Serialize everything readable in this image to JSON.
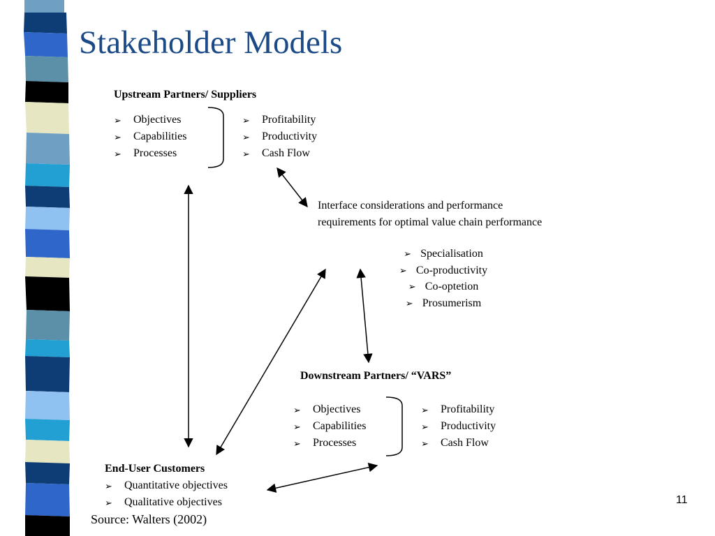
{
  "colors": {
    "title": "#1b4a86",
    "strip": [
      "#6fa0c4",
      "#0e3c74",
      "#2f66c9",
      "#000000",
      "#e6e6c2",
      "#5b90a8",
      "#22a0d4",
      "#8fc2f0"
    ]
  },
  "icons": {
    "bullet": "arrowhead-bullet-icon",
    "connector": "double-headed-arrow-icon",
    "brace": "right-brace-icon"
  },
  "title": "Stakeholder Models",
  "upstream": {
    "heading": "Upstream Partners/ Suppliers",
    "left_items": [
      "Objectives",
      "Capabilities",
      "Processes"
    ],
    "right_items": [
      "Profitability",
      "Productivity",
      "Cash Flow"
    ]
  },
  "interface": {
    "text": "Interface considerations and performance requirements for optimal value chain performance",
    "items": [
      "Specialisation",
      "Co-productivity",
      "Co-optetion",
      "Prosumerism"
    ]
  },
  "downstream": {
    "heading": "Downstream Partners/ “VARS”",
    "left_items": [
      "Objectives",
      "Capabilities",
      "Processes"
    ],
    "right_items": [
      "Profitability",
      "Productivity",
      "Cash Flow"
    ]
  },
  "end_user": {
    "heading": "End-User Customers",
    "items": [
      "Quantitative objectives",
      "Qualitative objectives"
    ]
  },
  "source": "Source: Walters (2002)",
  "page_number": "11"
}
